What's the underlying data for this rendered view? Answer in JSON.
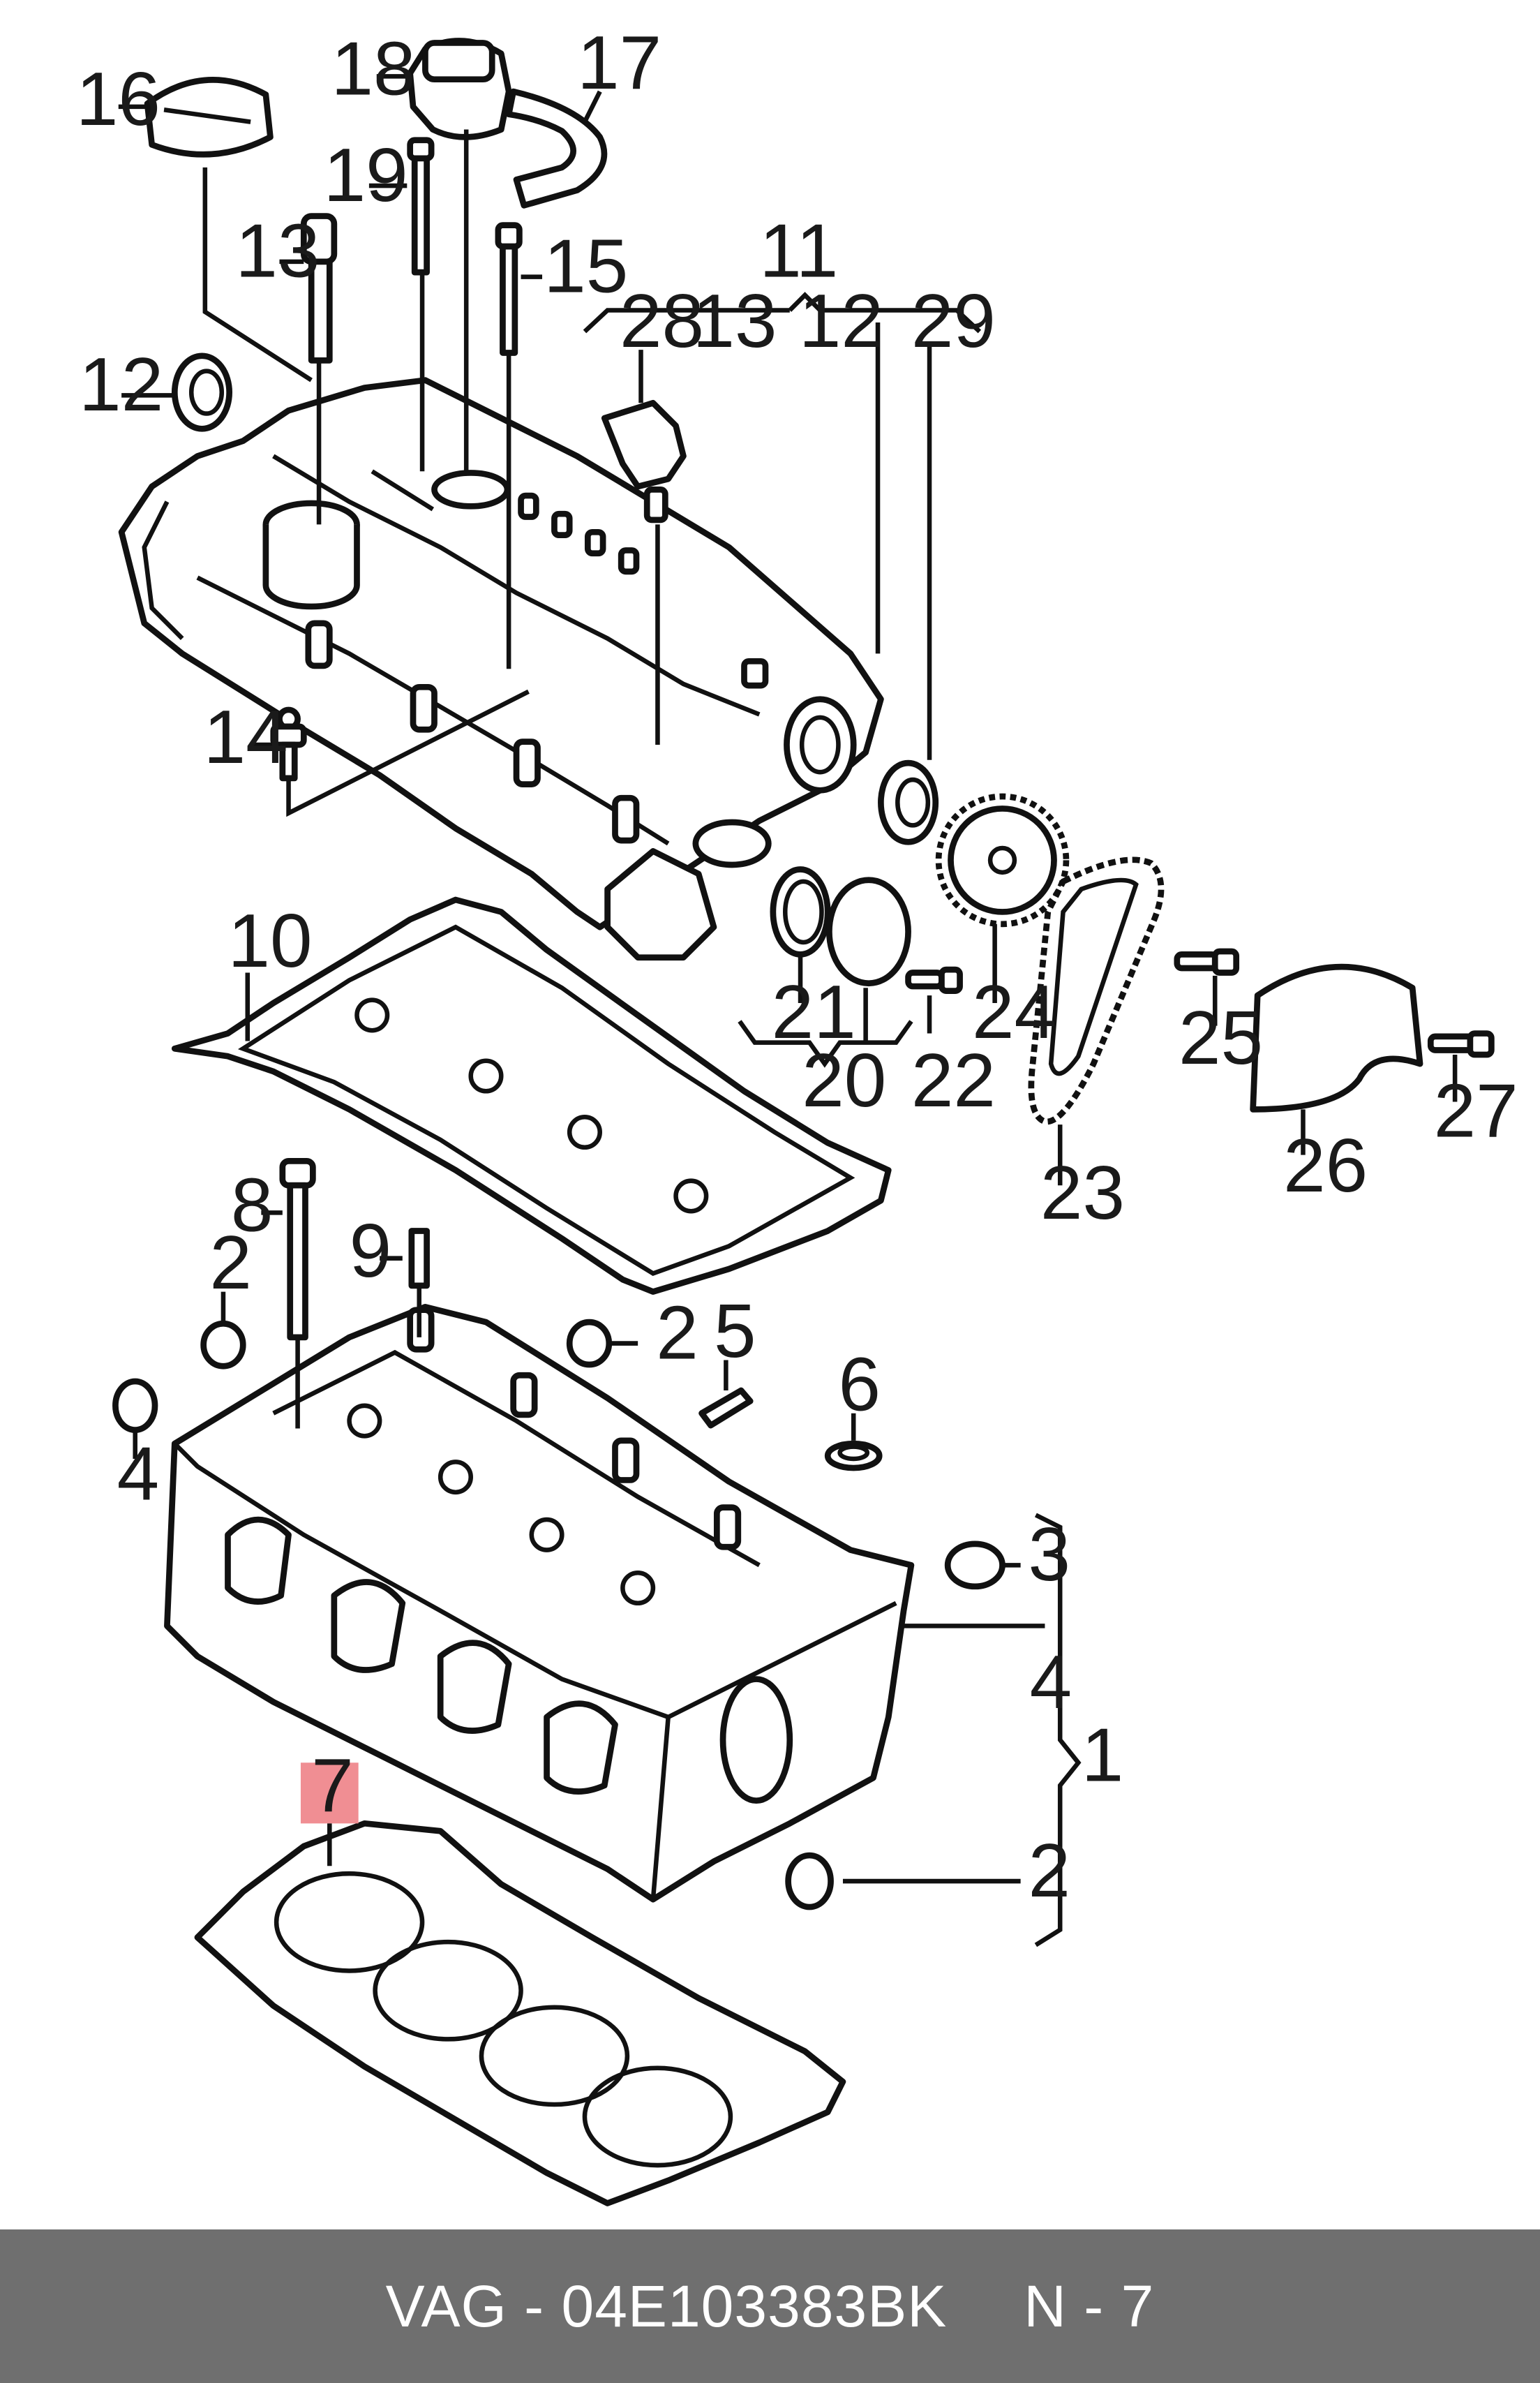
{
  "diagram": {
    "callouts": [
      {
        "id": "c16",
        "text": "16"
      },
      {
        "id": "c18",
        "text": "18"
      },
      {
        "id": "c17",
        "text": "17"
      },
      {
        "id": "c19",
        "text": "19"
      },
      {
        "id": "c13a",
        "text": "13"
      },
      {
        "id": "c15",
        "text": "15"
      },
      {
        "id": "c11",
        "text": "11"
      },
      {
        "id": "c28",
        "text": "28"
      },
      {
        "id": "c13b",
        "text": "13"
      },
      {
        "id": "c12b",
        "text": "12"
      },
      {
        "id": "c29",
        "text": "29"
      },
      {
        "id": "c12a",
        "text": "12"
      },
      {
        "id": "c14",
        "text": "14"
      },
      {
        "id": "c10",
        "text": "10"
      },
      {
        "id": "c21",
        "text": "21"
      },
      {
        "id": "c20",
        "text": "20"
      },
      {
        "id": "c22",
        "text": "22"
      },
      {
        "id": "c24",
        "text": "24"
      },
      {
        "id": "c25",
        "text": "25"
      },
      {
        "id": "c27",
        "text": "27"
      },
      {
        "id": "c26",
        "text": "26"
      },
      {
        "id": "c23",
        "text": "23"
      },
      {
        "id": "c8",
        "text": "8"
      },
      {
        "id": "c9",
        "text": "9"
      },
      {
        "id": "c2a",
        "text": "2"
      },
      {
        "id": "c2b",
        "text": "2"
      },
      {
        "id": "c5",
        "text": "5"
      },
      {
        "id": "c6",
        "text": "6"
      },
      {
        "id": "c4a",
        "text": "4"
      },
      {
        "id": "c3",
        "text": "3"
      },
      {
        "id": "c4b",
        "text": "4"
      },
      {
        "id": "c1",
        "text": "1"
      },
      {
        "id": "c7",
        "text": "7"
      },
      {
        "id": "c2c",
        "text": "2"
      }
    ],
    "highlight_color": "#f08e93"
  },
  "footer": {
    "part_label": "VAG - 04E103383BK",
    "position_label": "N - 7",
    "background_color": "#6f6f6f"
  }
}
